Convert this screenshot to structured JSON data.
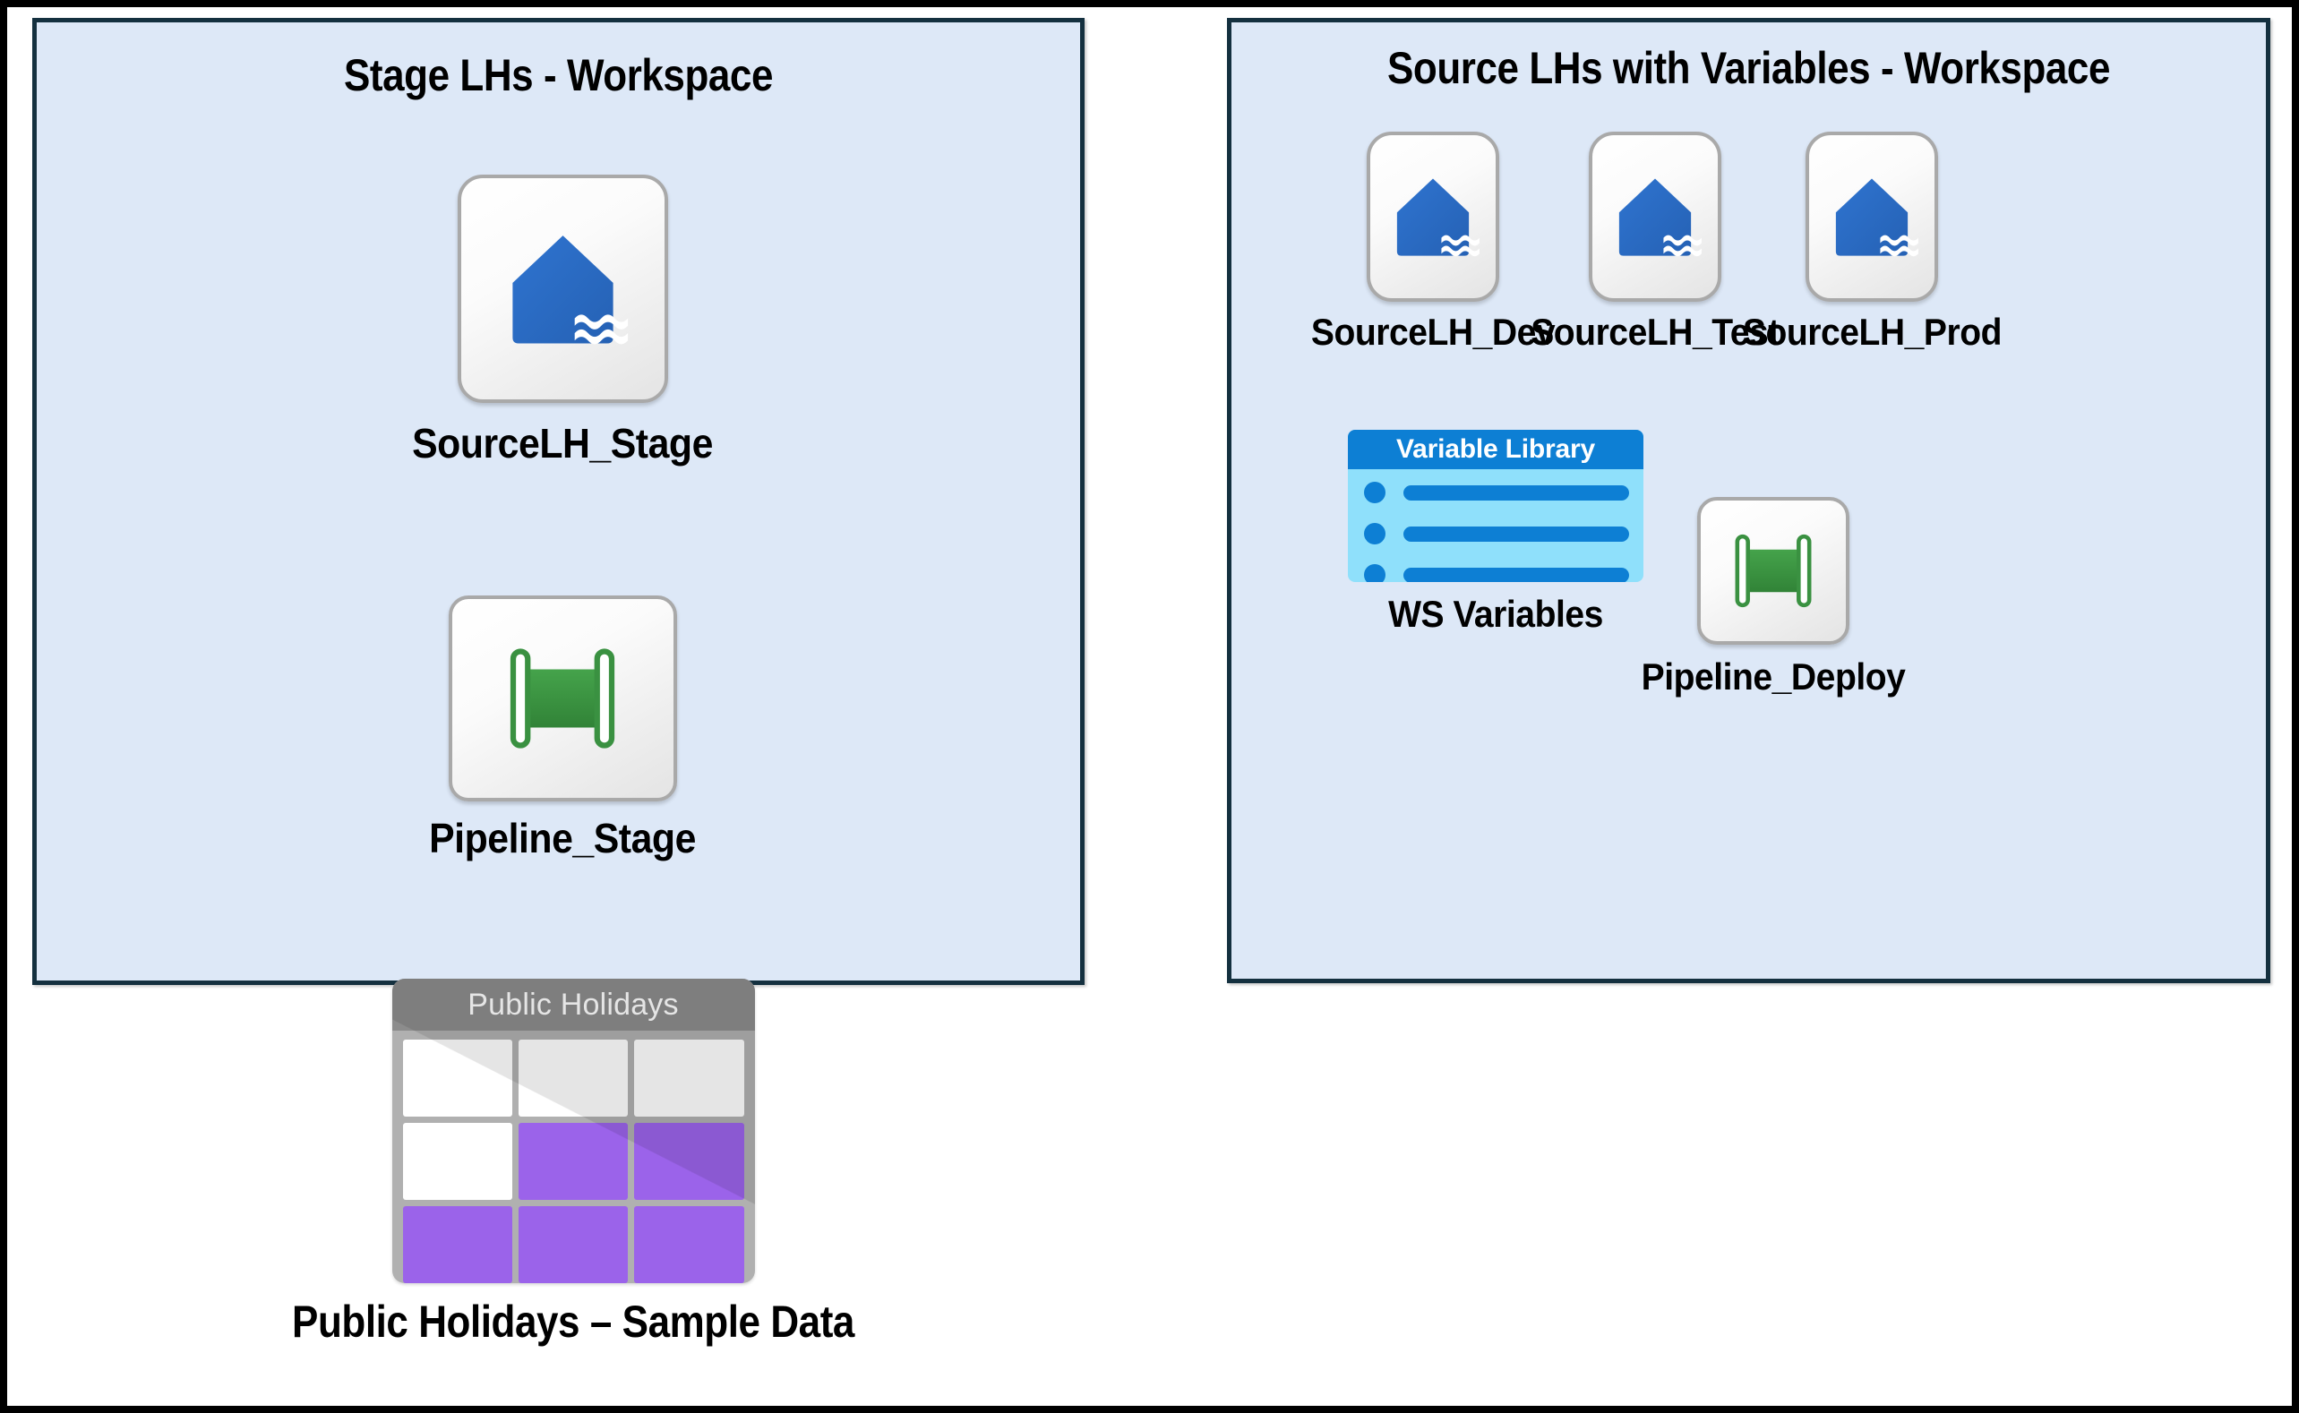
{
  "diagram": {
    "background": "#ffffff",
    "frame_color": "#000000",
    "panel_fill": "#dde8f7",
    "panel_border": "#14303f"
  },
  "workspaces": [
    {
      "id": "stage",
      "title": "Stage LHs - Workspace",
      "items": [
        {
          "label": "SourceLH_Stage",
          "icon": "lakehouse-icon",
          "type": "lakehouse"
        },
        {
          "label": "Pipeline_Stage",
          "icon": "pipeline-icon",
          "type": "pipeline"
        }
      ]
    },
    {
      "id": "source",
      "title": "Source LHs with Variables - Workspace",
      "items": [
        {
          "label": "SourceLH_Dev",
          "icon": "lakehouse-icon",
          "type": "lakehouse"
        },
        {
          "label": "SourceLH_Test",
          "icon": "lakehouse-icon",
          "type": "lakehouse"
        },
        {
          "label": "SourceLH_Prod",
          "icon": "lakehouse-icon",
          "type": "lakehouse"
        },
        {
          "label": "Pipeline_Deploy",
          "icon": "pipeline-icon",
          "type": "pipeline"
        },
        {
          "label": "WS Variables",
          "icon": "variable-library-icon",
          "type": "variable-library",
          "card_title": "Variable Library",
          "rows": 3
        }
      ]
    }
  ],
  "standalone": {
    "label": "Public Holidays – Sample Data",
    "icon": "table-icon",
    "card_title": "Public Holidays",
    "cells": [
      [
        "white",
        "white",
        "white"
      ],
      [
        "white",
        "purple",
        "purple"
      ],
      [
        "purple",
        "purple",
        "purple"
      ]
    ]
  },
  "colors": {
    "lakehouse_blue": "#2a6ccb",
    "pipeline_green": "#3a9141",
    "variable_header_blue": "#0d7fd4",
    "variable_body_blue": "#8fe0fb",
    "table_purple": "#9b63ea",
    "table_grey": "#b0b0b0"
  }
}
